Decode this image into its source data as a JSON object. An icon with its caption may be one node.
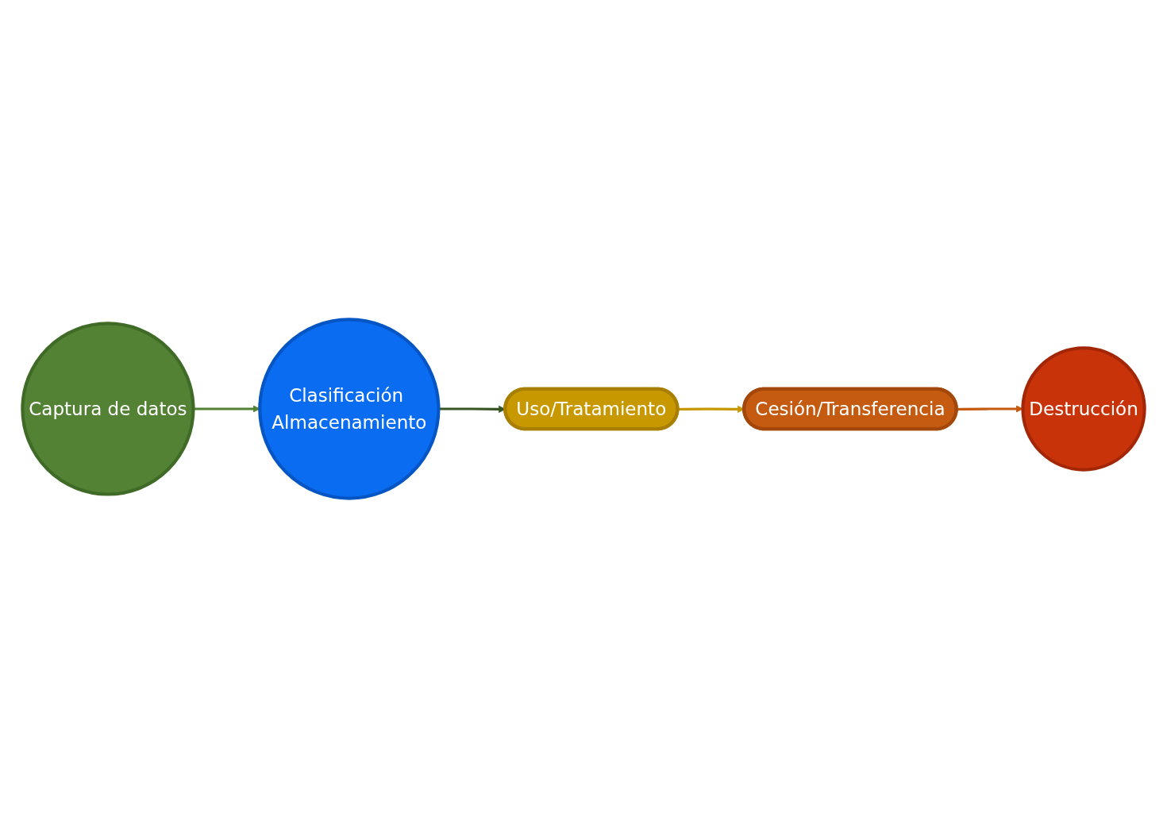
{
  "diagram": {
    "nodes": [
      {
        "text": [
          "Captura de datos"
        ]
      },
      {
        "text": [
          "Clasificación Almacenamiento"
        ]
      },
      {
        "text": [
          "Uso/Tratamiento"
        ]
      },
      {
        "text": [
          "Cesión/Transferencia"
        ]
      },
      {
        "text": [
          "Destrucción"
        ]
      }
    ],
    "edges": [
      {
        "from": 0,
        "to": 1,
        "arrow": "to",
        "color": "#548235"
      },
      {
        "from": 1,
        "to": 2,
        "arrow": "to",
        "color": "#375623"
      },
      {
        "from": 2,
        "to": 3,
        "arrow": "to",
        "color": "#c89800"
      },
      {
        "from": 3,
        "to": 4,
        "arrow": "to",
        "color": "#c55a11"
      }
    ]
  }
}
